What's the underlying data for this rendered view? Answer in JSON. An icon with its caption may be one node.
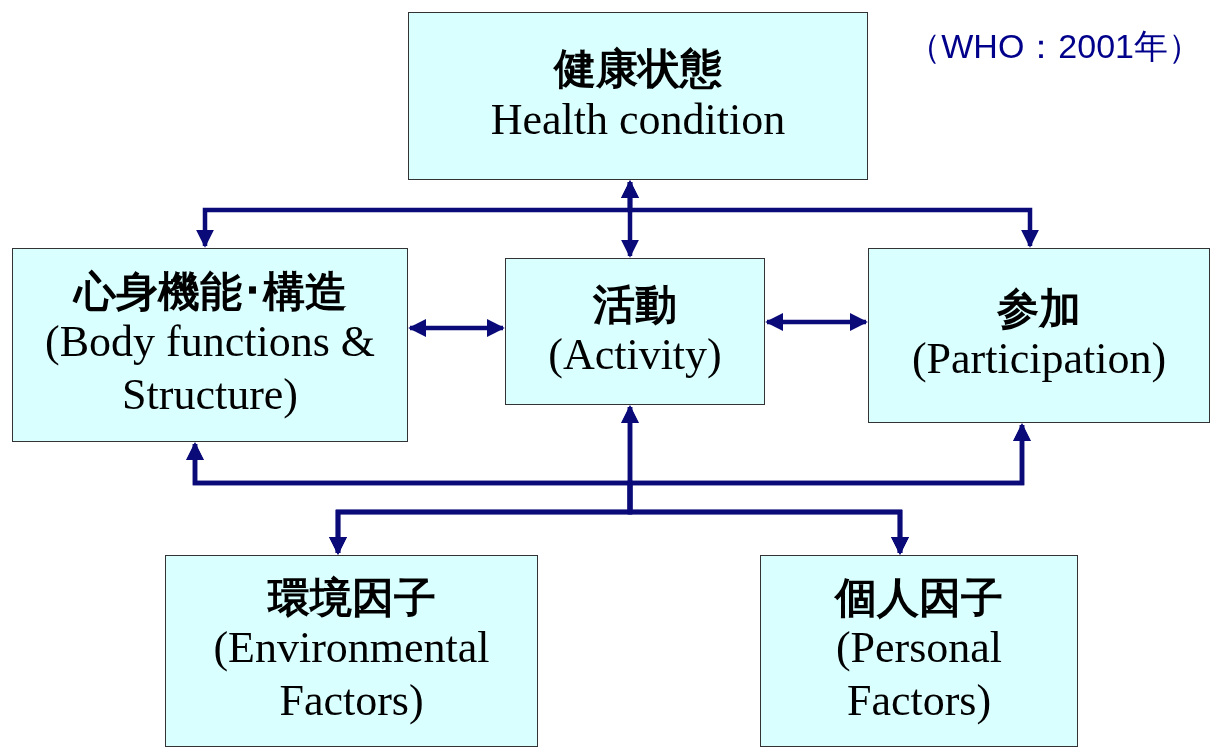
{
  "diagram": {
    "nodes": [
      {
        "text": [
          "健康状態",
          "Health condition"
        ]
      },
      {
        "text": [
          "心身機能･構造",
          "(Body functions & Structure)"
        ]
      },
      {
        "text": [
          "活動",
          "(Activity)"
        ]
      },
      {
        "text": [
          "参加",
          "(Participation)"
        ]
      },
      {
        "text": [
          "環境因子",
          "(Environmental Factors)"
        ]
      },
      {
        "text": [
          "個人因子",
          "(Personal Factors)"
        ]
      }
    ],
    "edges": [
      {
        "from": 0,
        "to": 1,
        "arrow": "both"
      },
      {
        "from": 0,
        "to": 2,
        "arrow": "both"
      },
      {
        "from": 0,
        "to": 3,
        "arrow": "both"
      },
      {
        "from": 1,
        "to": 2,
        "arrow": "both"
      },
      {
        "from": 2,
        "to": 3,
        "arrow": "both"
      },
      {
        "from": 4,
        "to": 1,
        "arrow": "both"
      },
      {
        "from": 4,
        "to": 2,
        "arrow": "both"
      },
      {
        "from": 4,
        "to": 3,
        "arrow": "both"
      },
      {
        "from": 5,
        "to": 1,
        "arrow": "both"
      },
      {
        "from": 5,
        "to": 2,
        "arrow": "both"
      },
      {
        "from": 5,
        "to": 3,
        "arrow": "both"
      }
    ],
    "labels": [
      "（WHO：2001年）"
    ]
  }
}
